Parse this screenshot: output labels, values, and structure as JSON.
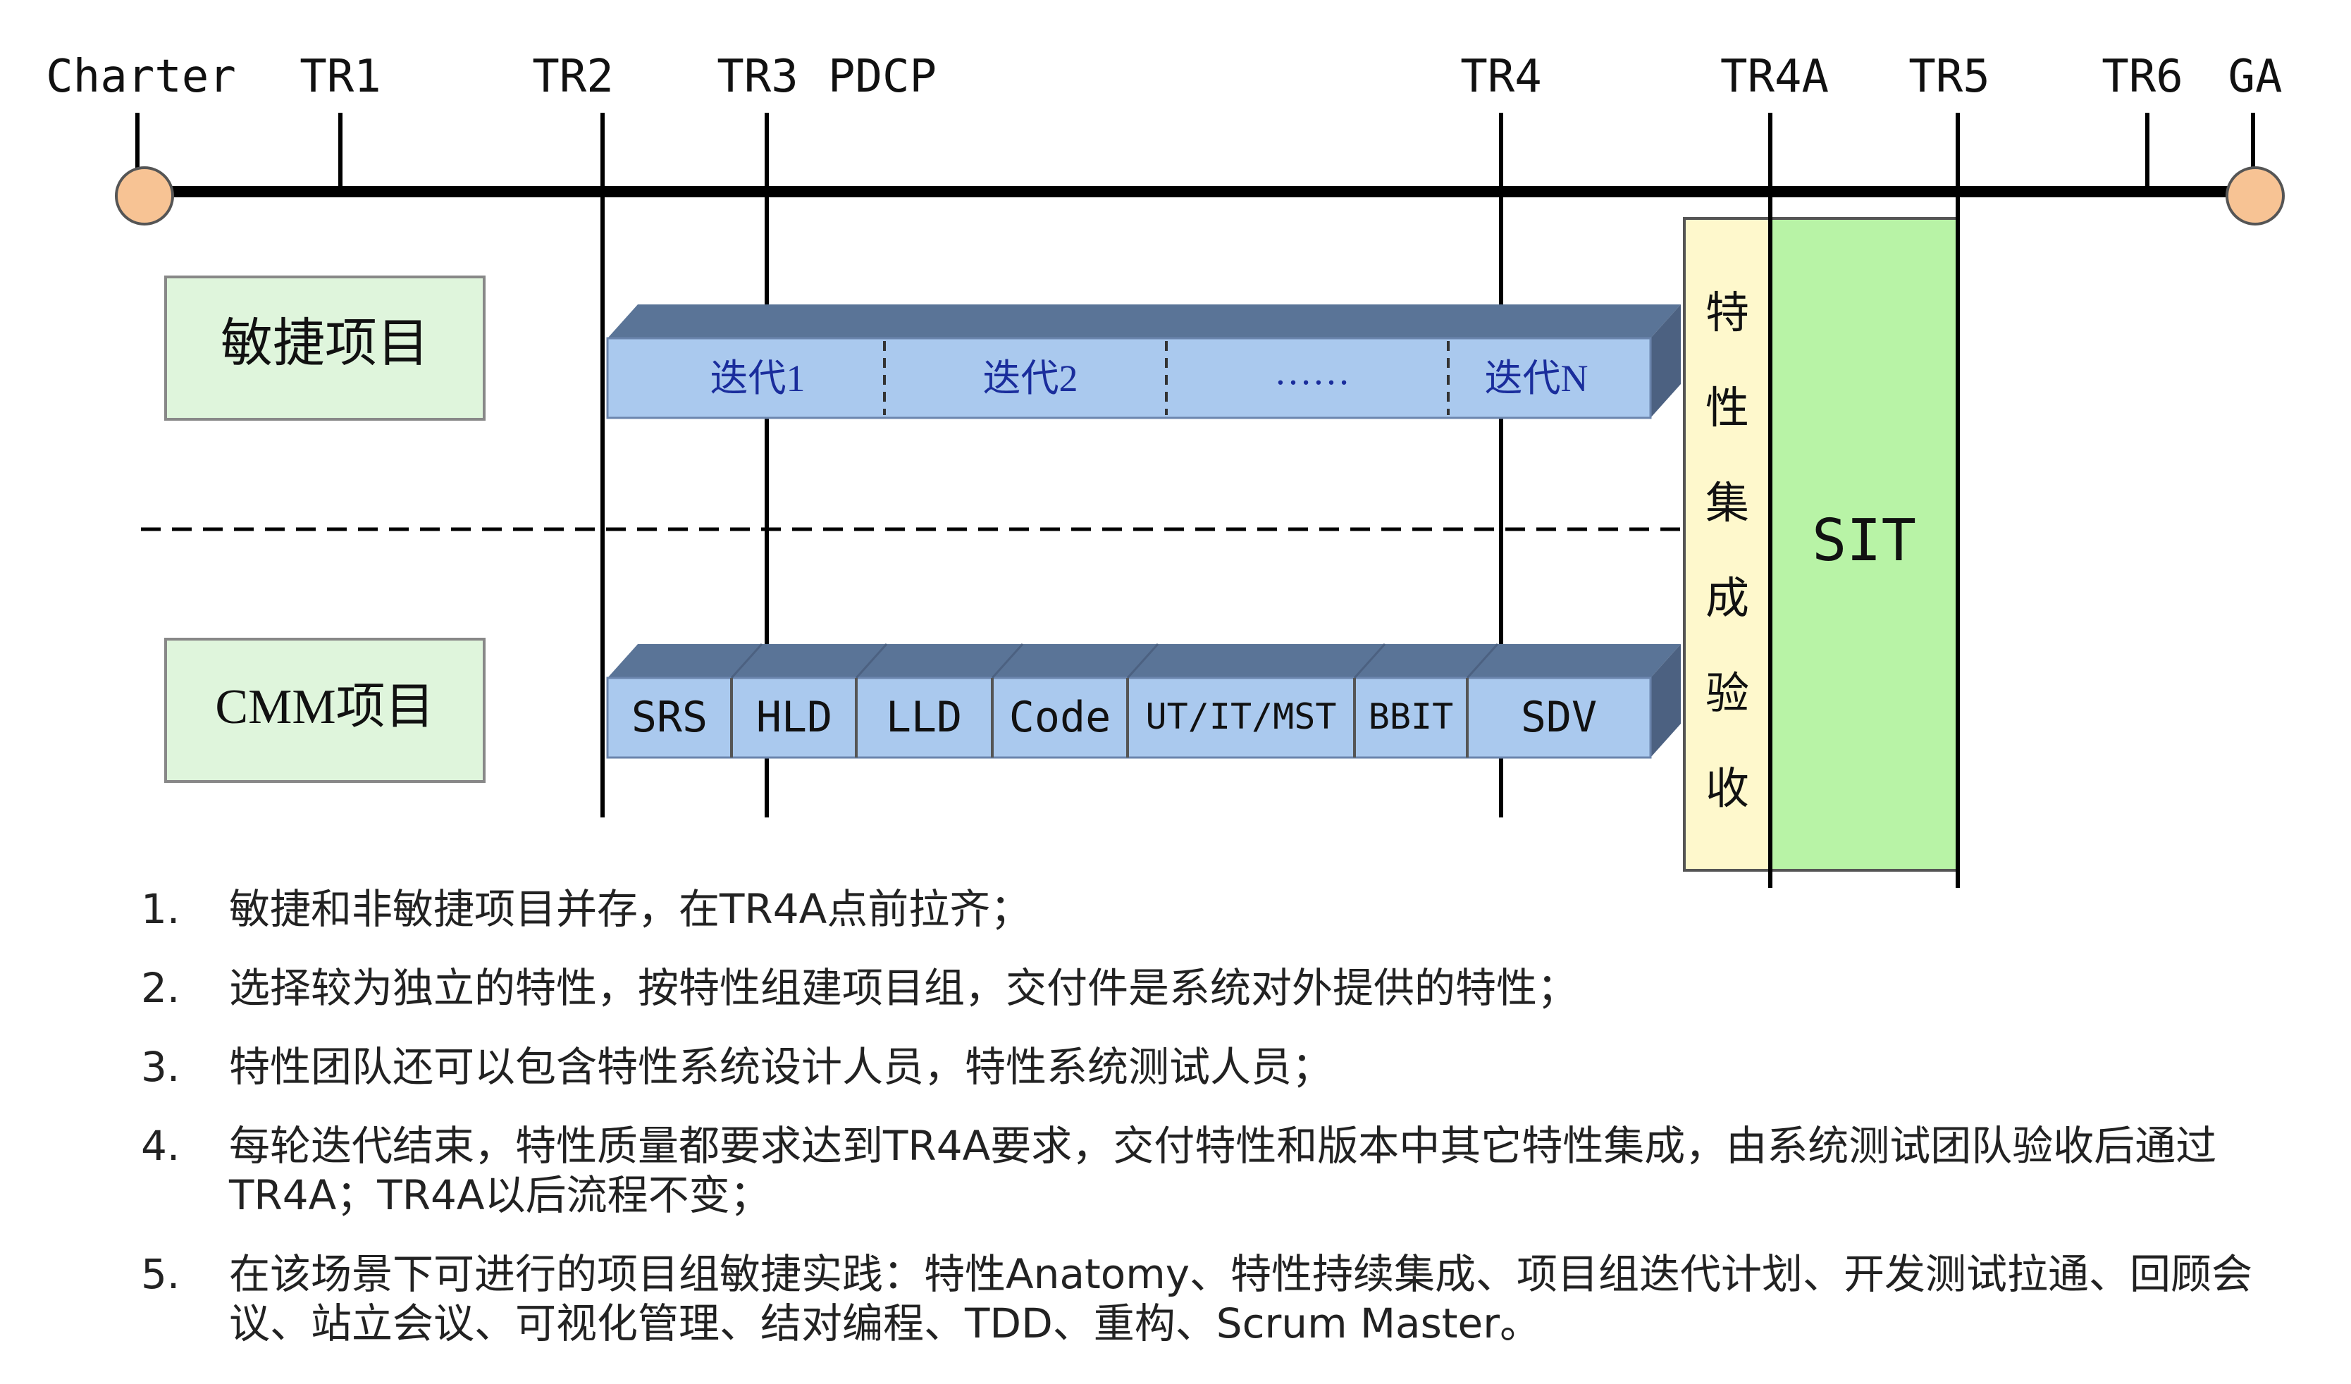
{
  "milestones": {
    "charter": "Charter",
    "tr1": "TR1",
    "tr2": "TR2",
    "tr3": "TR3",
    "pdcp": "PDCP",
    "tr4": "TR4",
    "tr4a": "TR4A",
    "tr5": "TR5",
    "tr6": "TR6",
    "ga": "GA"
  },
  "agile": {
    "label": "敏捷项目",
    "iterations": [
      "迭代1",
      "迭代2",
      "……",
      "迭代N"
    ]
  },
  "cmm": {
    "label": "CMM项目",
    "phases": [
      "SRS",
      "HLD",
      "LLD",
      "Code",
      "UT/IT/MST",
      "BBIT",
      "SDV"
    ]
  },
  "feature_acceptance": [
    "特",
    "性",
    "集",
    "成",
    "验",
    "收"
  ],
  "sit": "SIT",
  "notes": [
    {
      "num": "1.",
      "text": "敏捷和非敏捷项目并存，在TR4A点前拉齐；"
    },
    {
      "num": "2.",
      "text": "选择较为独立的特性，按特性组建项目组，交付件是系统对外提供的特性；"
    },
    {
      "num": "3.",
      "text": "特性团队还可以包含特性系统设计人员，特性系统测试人员；"
    },
    {
      "num": "4.",
      "text": "每轮迭代结束，特性质量都要求达到TR4A要求，交付特性和版本中其它特性集成，由系统测试团队验收后通过TR4A；TR4A以后流程不变；"
    },
    {
      "num": "5.",
      "text": "在该场景下可进行的项目组敏捷实践：特性Anatomy、特性持续集成、项目组迭代计划、开发测试拉通、回顾会议、站立会议、可视化管理、结对编程、TDD、重构、Scrum Master。"
    }
  ],
  "colors": {
    "timeline": "#000000",
    "milestone_dot": "#f7c394",
    "label_box_fill": "#dff5dc",
    "bar_front": "#aac9ee",
    "bar_top": "#5a7497",
    "iteration_text": "#1a2d9c",
    "feature_fill": "#fef8cc",
    "sit_fill": "#b8f3a6"
  }
}
